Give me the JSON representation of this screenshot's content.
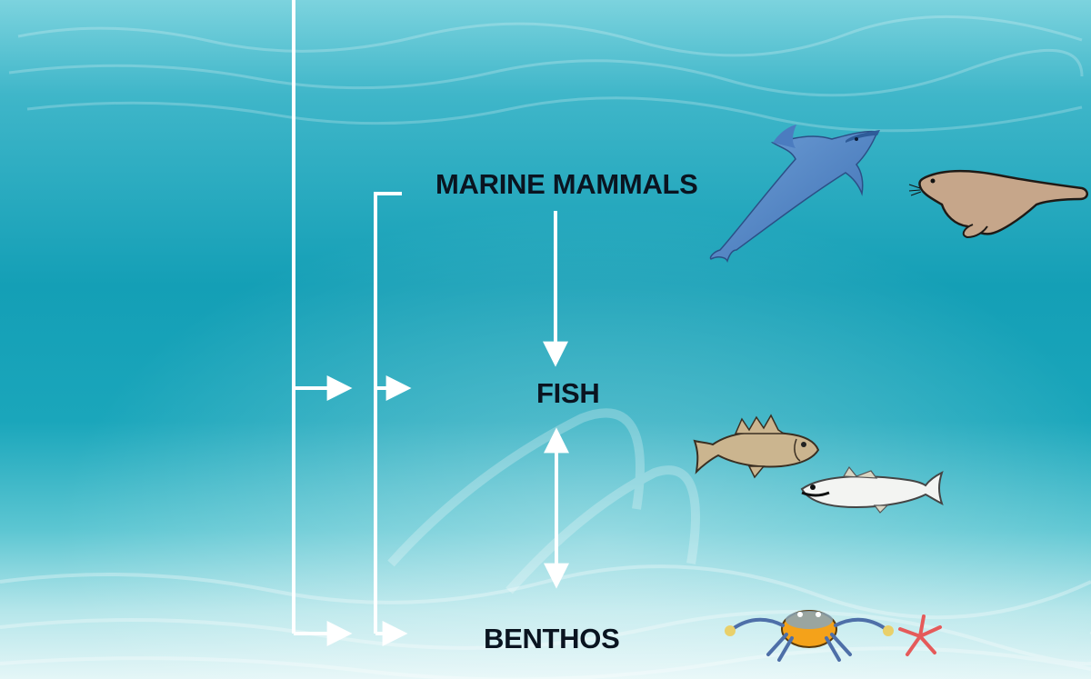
{
  "diagram": {
    "labels": {
      "top": "MARINE MAMMALS",
      "middle": "FISH",
      "bottom": "BENTHOS"
    },
    "arrow_color": "#ffffff",
    "bracket_color": "#e8fbff",
    "background_colors": {
      "surface": "#7fd6e0",
      "midwater": "#0f9cb3",
      "sand": "#d9f1f3"
    },
    "illustrations": [
      "dolphin",
      "seal",
      "fish",
      "fish",
      "crab",
      "starfish"
    ],
    "relations": [
      {
        "from": "MARINE MAMMALS",
        "to": "FISH",
        "direction": "one-way"
      },
      {
        "from": "FISH",
        "to": "BENTHOS",
        "direction": "two-way"
      }
    ]
  }
}
